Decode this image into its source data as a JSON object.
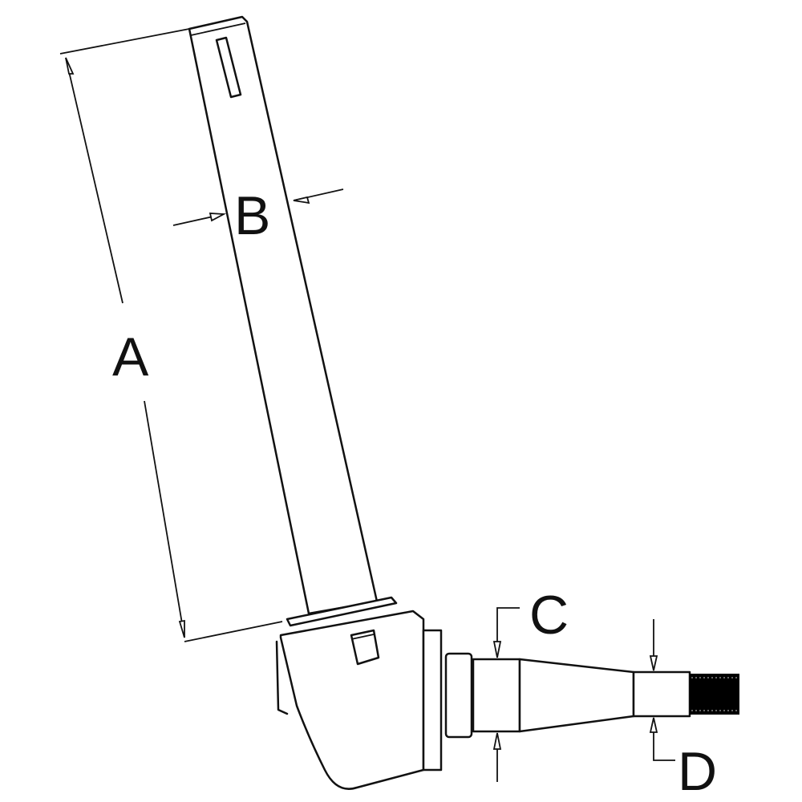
{
  "diagram": {
    "labels": {
      "a": "A",
      "b": "B",
      "c": "C",
      "d": "D"
    },
    "colors": {
      "line": "#111111",
      "background": "#ffffff",
      "thread": "#000000"
    }
  }
}
